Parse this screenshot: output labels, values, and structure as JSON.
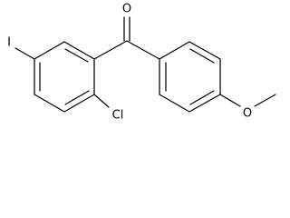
{
  "molecule": {
    "labels": {
      "iodine": "I",
      "oxygen_carbonyl": "O",
      "chlorine": "Cl",
      "oxygen_methoxy": "O"
    },
    "colors": {
      "bond": "#000000",
      "text": "#000000",
      "background": "#ffffff"
    }
  }
}
